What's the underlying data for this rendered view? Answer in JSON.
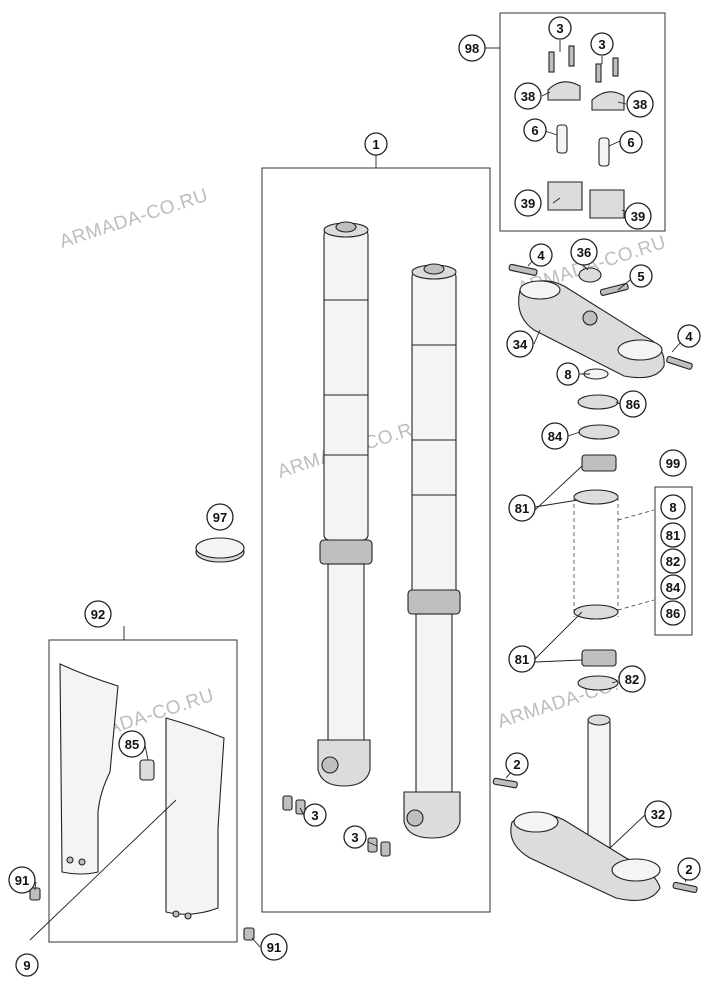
{
  "watermarks": [
    "ARMADA-CO.RU",
    "ARMADA-CO.RU",
    "ARMADA-CO.RU",
    "ARMADA-CO.RU",
    "ARMADA-CO.RU"
  ],
  "callouts": {
    "c1": "1",
    "c98": "98",
    "c3_kit_a": "3",
    "c3_kit_b": "3",
    "c38_a": "38",
    "c38_b": "38",
    "c6_a": "6",
    "c6_b": "6",
    "c39_a": "39",
    "c39_b": "39",
    "c4_top": "4",
    "c36": "36",
    "c5": "5",
    "c34": "34",
    "c4_side": "4",
    "c8": "8",
    "c86": "86",
    "c84": "84",
    "c81_top": "81",
    "c99": "99",
    "c99_8": "8",
    "c99_81": "81",
    "c99_82": "82",
    "c99_84": "84",
    "c99_86": "86",
    "c81_bottom": "81",
    "c82": "82",
    "c97": "97",
    "c92": "92",
    "c85": "85",
    "c3_fork_a": "3",
    "c3_fork_b": "3",
    "c2_top": "2",
    "c32": "32",
    "c2_bottom": "2",
    "c91_a": "91",
    "c9": "9",
    "c91_b": "91"
  }
}
